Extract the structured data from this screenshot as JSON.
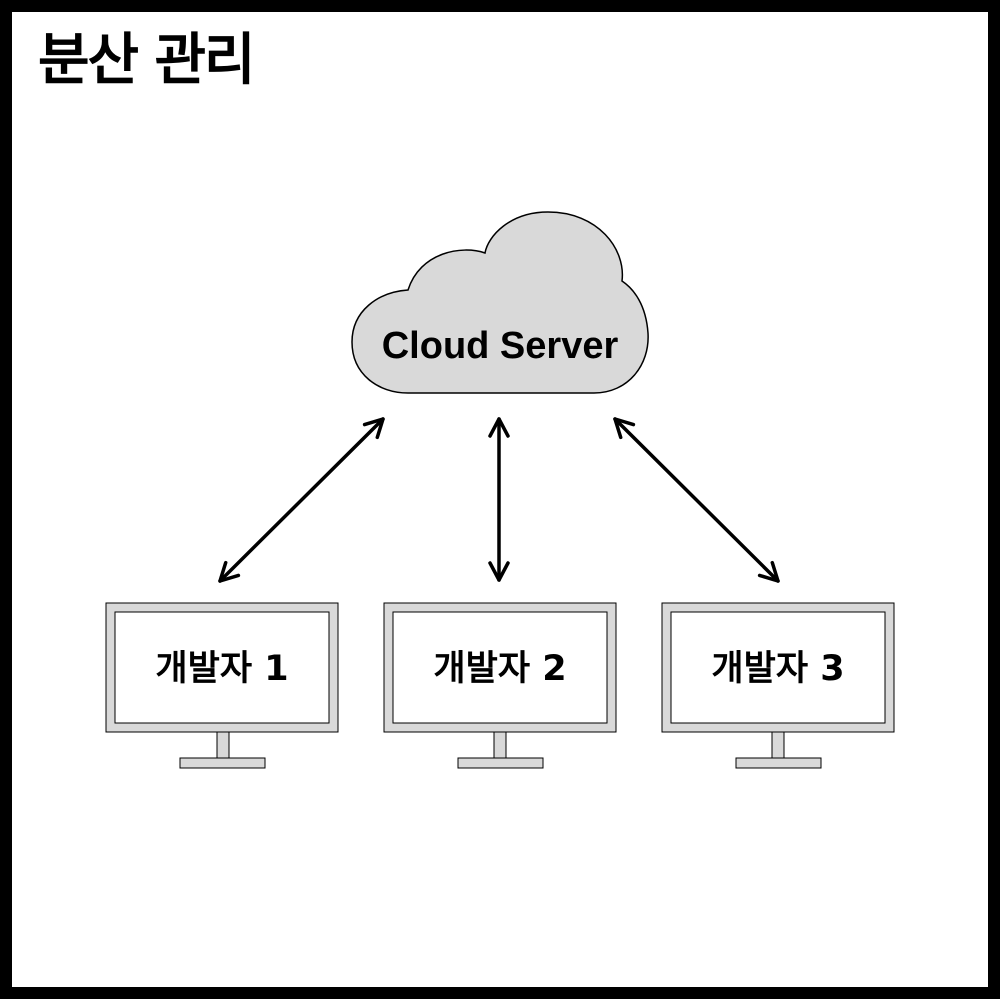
{
  "title": "분산 관리",
  "server": {
    "label": "Cloud Server"
  },
  "developers": [
    {
      "label": "개발자 1"
    },
    {
      "label": "개발자 2"
    },
    {
      "label": "개발자 3"
    }
  ],
  "colors": {
    "border": "#000000",
    "background": "#ffffff",
    "cloud_fill": "#d9d9d9",
    "monitor_frame": "#d9d9d9"
  }
}
